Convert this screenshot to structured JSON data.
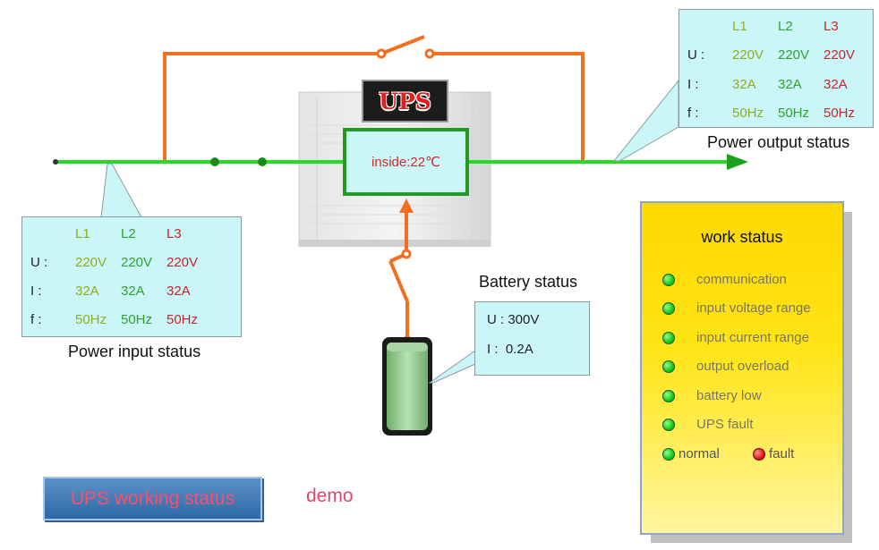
{
  "input_panel": {
    "caption": "Power input status",
    "headers": [
      "L1",
      "L2",
      "L3"
    ],
    "rows": [
      {
        "label": "U :",
        "values": [
          "220V",
          "220V",
          "220V"
        ]
      },
      {
        "label": "I :",
        "values": [
          "32A",
          "32A",
          "32A"
        ]
      },
      {
        "label": "f :",
        "values": [
          "50Hz",
          "50Hz",
          "50Hz"
        ]
      }
    ]
  },
  "output_panel": {
    "caption": "Power output status",
    "headers": [
      "L1",
      "L2",
      "L3"
    ],
    "rows": [
      {
        "label": "U :",
        "values": [
          "220V",
          "220V",
          "220V"
        ]
      },
      {
        "label": "I :",
        "values": [
          "32A",
          "32A",
          "32A"
        ]
      },
      {
        "label": "f :",
        "values": [
          "50Hz",
          "50Hz",
          "50Hz"
        ]
      }
    ]
  },
  "ups": {
    "logo": "UPS",
    "inside_temp": "inside:22℃"
  },
  "battery": {
    "caption": "Battery status",
    "voltage": "U : 300V",
    "current": "I :  0.2A"
  },
  "work_status": {
    "title": "work status",
    "items": [
      {
        "label": "communication",
        "state": "normal"
      },
      {
        "label": "input voltage range",
        "state": "normal"
      },
      {
        "label": "input current range",
        "state": "normal"
      },
      {
        "label": "output overload",
        "state": "normal"
      },
      {
        "label": "battery low",
        "state": "normal"
      },
      {
        "label": "UPS fault",
        "state": "normal"
      }
    ],
    "legend_normal": "normal",
    "legend_fault": "fault"
  },
  "colors": {
    "line_green": "#22dd22",
    "wire_orange": "#f07020",
    "panel_bg": "#cbf6f7",
    "status_bg": "#ffd800"
  },
  "footer": {
    "button_label": "UPS working status",
    "demo_label": "demo"
  }
}
